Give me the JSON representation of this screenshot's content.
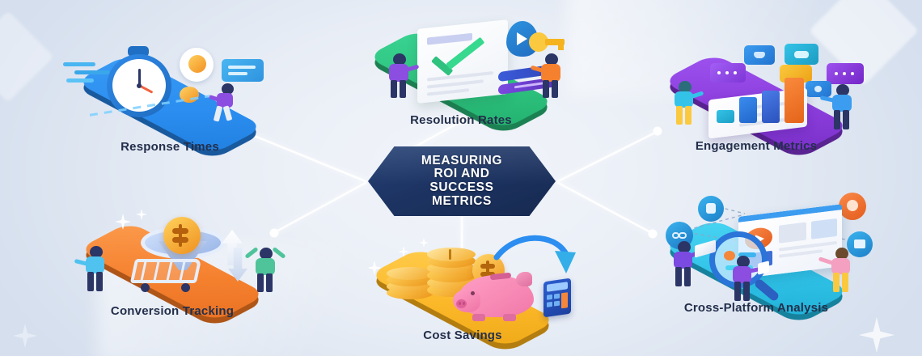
{
  "infographic": {
    "hub": {
      "title": "MEASURING\nROI AND\nSUCCESS\nMETRICS",
      "color": "#1d3463",
      "text_color": "#ffffff"
    },
    "background_color": "#e9eef6",
    "label_color": "#232f4b",
    "connector_color": "#ffffff",
    "nodes": [
      {
        "id": "response-times",
        "label": "Response Times",
        "color": "#2b8ef0",
        "side_color": "#1f6fc4",
        "position": "top-left",
        "icons": [
          "stopwatch-icon",
          "speed-lines-icon",
          "running-person-icon",
          "chat-bubble-icon",
          "coin-icon"
        ]
      },
      {
        "id": "resolution-rates",
        "label": "Resolution Rates",
        "color": "#2ec27e",
        "side_color": "#23a167",
        "position": "top-center",
        "icons": [
          "document-icon",
          "checkmark-icon",
          "shield-icon",
          "key-icon",
          "person-icon",
          "progress-bar-icon"
        ]
      },
      {
        "id": "engagement-metrics",
        "label": "Engagement Metrics",
        "color": "#8b3ddb",
        "side_color": "#6f2cb5",
        "position": "top-right",
        "icons": [
          "bar-chart-icon",
          "chat-bubble-icon",
          "reaction-bubble-icon",
          "person-icon"
        ]
      },
      {
        "id": "conversion-tracking",
        "label": "Conversion Tracking",
        "color": "#f5812f",
        "side_color": "#d96a1d",
        "position": "bottom-left",
        "icons": [
          "funnel-icon",
          "dollar-coin-icon",
          "shopping-cart-icon",
          "up-arrow-icon",
          "down-arrow-icon",
          "person-icon"
        ]
      },
      {
        "id": "cost-savings",
        "label": "Cost Savings",
        "color": "#fbb829",
        "side_color": "#e09c14",
        "position": "bottom-center",
        "icons": [
          "piggy-bank-icon",
          "coin-stack-icon",
          "dollar-coin-icon",
          "calculator-icon",
          "curved-arrow-icon",
          "sparkle-icon"
        ]
      },
      {
        "id": "cross-platform-analysis",
        "label": "Cross-Platform Analysis",
        "color": "#31c3e8",
        "side_color": "#1ba2c6",
        "position": "bottom-right",
        "icons": [
          "magnifier-icon",
          "browser-window-icon",
          "play-button-icon",
          "link-icon",
          "social-icon",
          "person-icon",
          "laptop-icon"
        ]
      }
    ]
  }
}
